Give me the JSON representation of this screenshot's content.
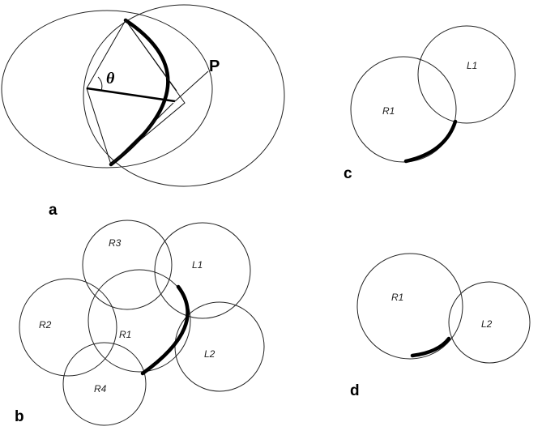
{
  "panels": {
    "a": {
      "label": "a",
      "point_label": "P",
      "angle_label": "θ"
    },
    "b": {
      "label": "b",
      "circles": [
        "R1",
        "R2",
        "R3",
        "R4",
        "L1",
        "L2"
      ]
    },
    "c": {
      "label": "c",
      "circles": [
        "R1",
        "L1"
      ]
    },
    "d": {
      "label": "d",
      "circles": [
        "R1",
        "L2"
      ]
    }
  }
}
